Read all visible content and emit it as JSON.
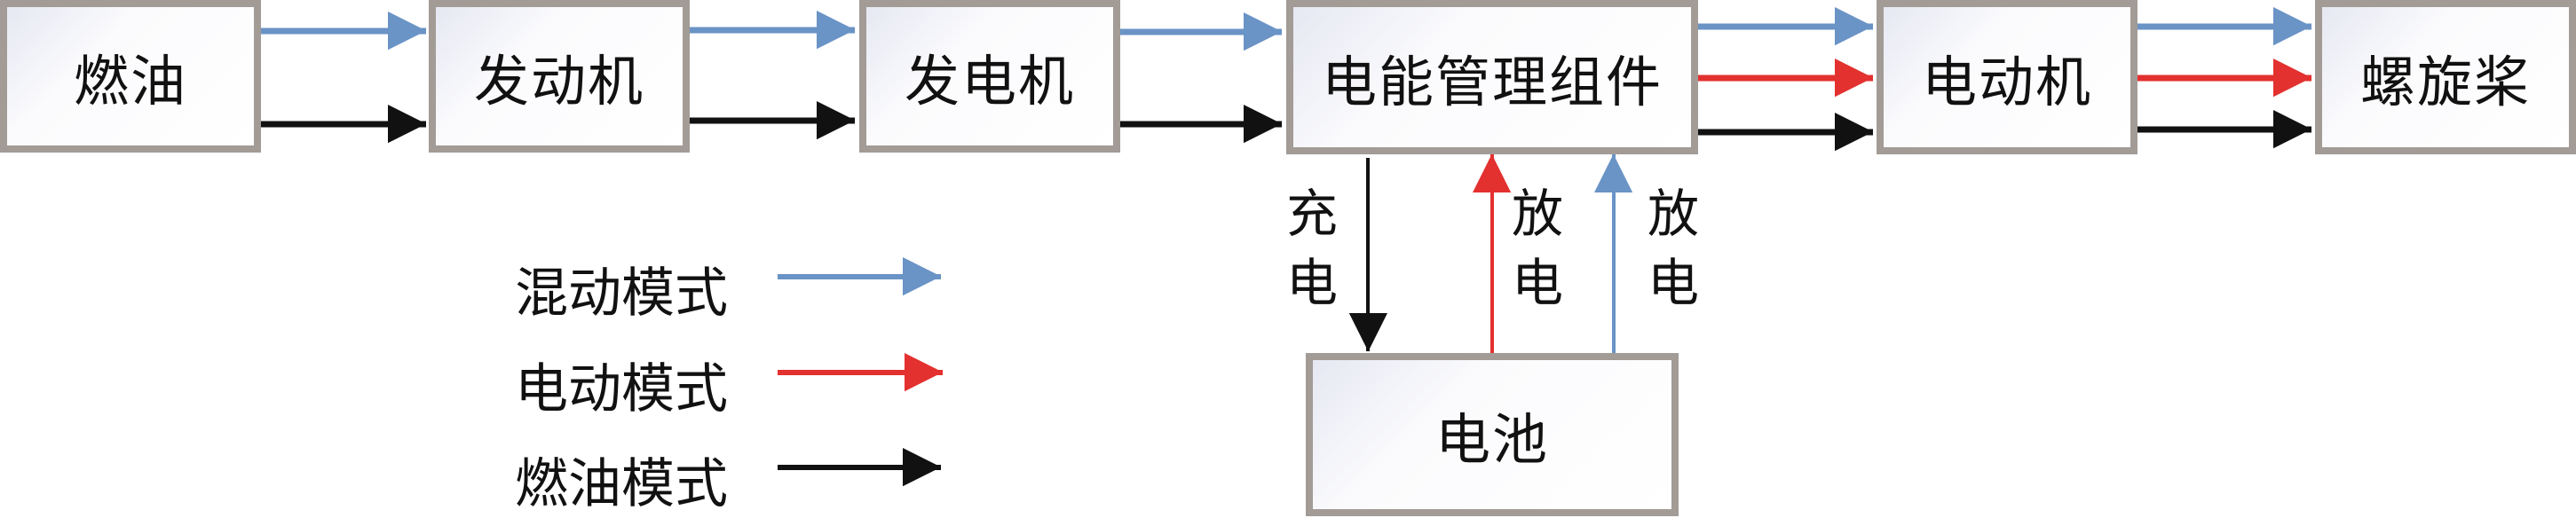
{
  "boxes": {
    "fuel": "燃油",
    "engine": "发动机",
    "generator": "发电机",
    "ems": "电能管理组件",
    "motor": "电动机",
    "propeller": "螺旋桨",
    "battery": "电池"
  },
  "battery_links": {
    "charge": [
      "充",
      "电"
    ],
    "discharge_electric": [
      "放",
      "电"
    ],
    "discharge_hybrid": [
      "放",
      "电"
    ]
  },
  "legend": [
    {
      "label": "混动模式",
      "color": "#6a93c6"
    },
    {
      "label": "电动模式",
      "color": "#e3312f"
    },
    {
      "label": "燃油模式",
      "color": "#111111"
    }
  ],
  "colors": {
    "hybrid": "#6a93c6",
    "electric": "#e3312f",
    "fuel": "#111111",
    "border": "#a29b96"
  }
}
